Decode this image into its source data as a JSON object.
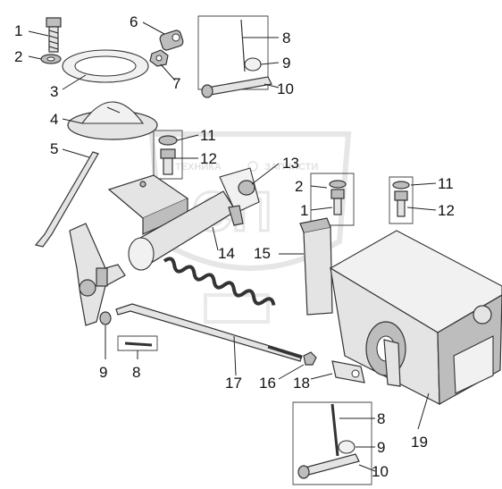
{
  "watermark": {
    "text_left": "ТЕХНИКА",
    "text_right": "ЗАПЧАСТИ",
    "monogram": "СП",
    "color": "#cfcfcf"
  },
  "callouts": [
    {
      "id": "c1a",
      "text": "1"
    },
    {
      "id": "c2a",
      "text": "2"
    },
    {
      "id": "c3",
      "text": "3"
    },
    {
      "id": "c4",
      "text": "4"
    },
    {
      "id": "c5",
      "text": "5"
    },
    {
      "id": "c6",
      "text": "6"
    },
    {
      "id": "c7",
      "text": "7"
    },
    {
      "id": "c8a",
      "text": "8"
    },
    {
      "id": "c9a",
      "text": "9"
    },
    {
      "id": "c10a",
      "text": "10"
    },
    {
      "id": "c11a",
      "text": "11"
    },
    {
      "id": "c12a",
      "text": "12"
    },
    {
      "id": "c13",
      "text": "13"
    },
    {
      "id": "c2b",
      "text": "2"
    },
    {
      "id": "c1b",
      "text": "1"
    },
    {
      "id": "c11b",
      "text": "11"
    },
    {
      "id": "c12b",
      "text": "12"
    },
    {
      "id": "c14",
      "text": "14"
    },
    {
      "id": "c15",
      "text": "15"
    },
    {
      "id": "c9b",
      "text": "9"
    },
    {
      "id": "c8b",
      "text": "8"
    },
    {
      "id": "c17",
      "text": "17"
    },
    {
      "id": "c16",
      "text": "16"
    },
    {
      "id": "c18",
      "text": "18"
    },
    {
      "id": "c8c",
      "text": "8"
    },
    {
      "id": "c9c",
      "text": "9"
    },
    {
      "id": "c10b",
      "text": "10"
    },
    {
      "id": "c19",
      "text": "19"
    }
  ]
}
